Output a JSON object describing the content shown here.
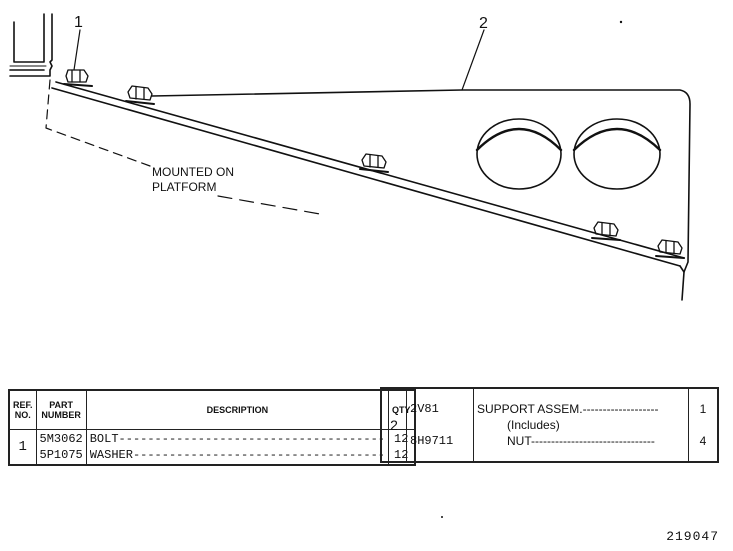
{
  "callouts": {
    "ref1": "1",
    "ref2": "2",
    "mounted_line1": "MOUNTED ON",
    "mounted_line2": "PLATFORM"
  },
  "table1": {
    "headers": {
      "ref_no_line1": "REF.",
      "ref_no_line2": "NO.",
      "part_number_line1": "PART",
      "part_number_line2": "NUMBER",
      "description": "DESCRIPTION",
      "qty": "QTY"
    },
    "group_ref": "1",
    "rows": [
      {
        "part": "5M3062",
        "description": "BOLT-------------------------------------",
        "qty": "12"
      },
      {
        "part": "5P1075",
        "description": "WASHER-----------------------------------",
        "qty": "12"
      }
    ]
  },
  "table2": {
    "group_ref": "2",
    "rows": [
      {
        "part": "2V81",
        "description": "SUPPORT ASSEM.-------------------",
        "qty": "1"
      },
      {
        "part": "",
        "description": "(Includes)",
        "qty": ""
      },
      {
        "part": "8H9711",
        "description": "NUT-------------------------------",
        "qty": "4"
      }
    ]
  },
  "doc_number": "219047",
  "colors": {
    "ink": "#111111",
    "paper": "#ffffff"
  }
}
